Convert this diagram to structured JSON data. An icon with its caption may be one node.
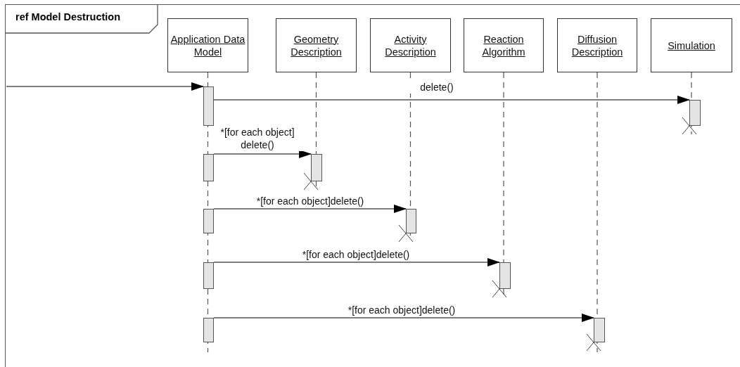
{
  "diagram": {
    "nodes": [
      {
        "text": [
          "ref Model Destruction"
        ]
      },
      {
        "text": [
          "Application Data Model"
        ],
        "in": 0
      },
      {
        "text": [
          "Geometry Description"
        ],
        "in": 0
      },
      {
        "text": [
          "Activity Description"
        ],
        "in": 0
      },
      {
        "text": [
          "Reaction Algorithm"
        ],
        "in": 0
      },
      {
        "text": [
          "Diffusion Description"
        ],
        "in": 0
      },
      {
        "text": [
          "Simulation"
        ],
        "in": 0
      },
      {
        "text": [],
        "shape": "bar",
        "in": 0
      },
      {
        "text": [],
        "shape": "bar",
        "in": 0
      },
      {
        "text": [],
        "shape": "bar",
        "in": 0
      },
      {
        "text": [],
        "shape": "bar",
        "in": 0
      },
      {
        "text": [],
        "shape": "bar",
        "in": 0
      },
      {
        "text": [],
        "shape": "bar",
        "in": 0
      },
      {
        "text": [],
        "shape": "bar",
        "in": 0
      },
      {
        "text": [],
        "shape": "bar",
        "in": 0
      },
      {
        "text": [],
        "shape": "bar",
        "in": 0
      },
      {
        "text": [],
        "shape": "bar",
        "in": 0
      }
    ],
    "edges": [
      {
        "from": null,
        "to": 7,
        "arrow": "to"
      },
      {
        "from": 7,
        "to": 8,
        "arrow": "to",
        "label": "delete()"
      },
      {
        "from": 10,
        "to": 9,
        "arrow": "to",
        "label": "*[for each object] delete()"
      },
      {
        "from": 11,
        "to": 12,
        "arrow": "to",
        "label": "*[for each object]delete()"
      },
      {
        "from": 13,
        "to": 14,
        "arrow": "to",
        "label": "*[for each object]delete()"
      },
      {
        "from": 15,
        "to": 16,
        "arrow": "to",
        "label": "*[for each object]delete()"
      }
    ]
  }
}
